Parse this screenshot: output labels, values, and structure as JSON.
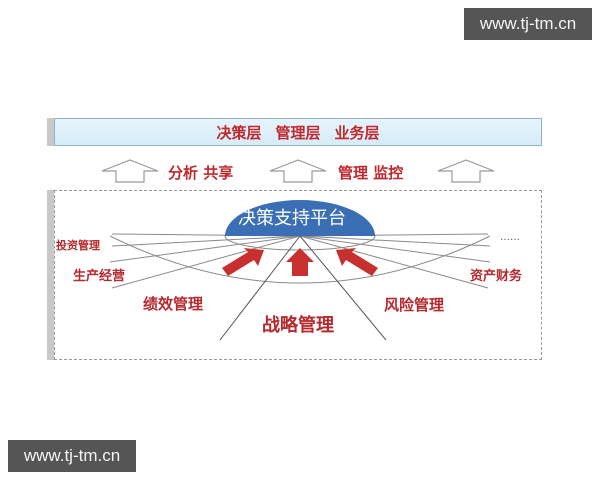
{
  "watermarks": {
    "top_right": "www.tj-tm.cn",
    "bottom_left": "www.tj-tm.cn"
  },
  "layer_bar": {
    "items": [
      "决策层",
      "管理层",
      "业务层"
    ]
  },
  "flow_row": {
    "left_text": "分析  共享",
    "right_text": "管理  监控",
    "arrow_count": 3
  },
  "platform": {
    "title": "决策支持平台",
    "color": "#3a6fb5"
  },
  "modules": {
    "invest": "投资管理",
    "production": "生产经营",
    "performance": "绩效管理",
    "strategy": "战略管理",
    "risk": "风险管理",
    "finance": "资产财务",
    "more": "……"
  },
  "colors": {
    "accent_red": "#c0282d",
    "bar_fill": "#dcf0fa",
    "watermark_bg": "#555555"
  }
}
